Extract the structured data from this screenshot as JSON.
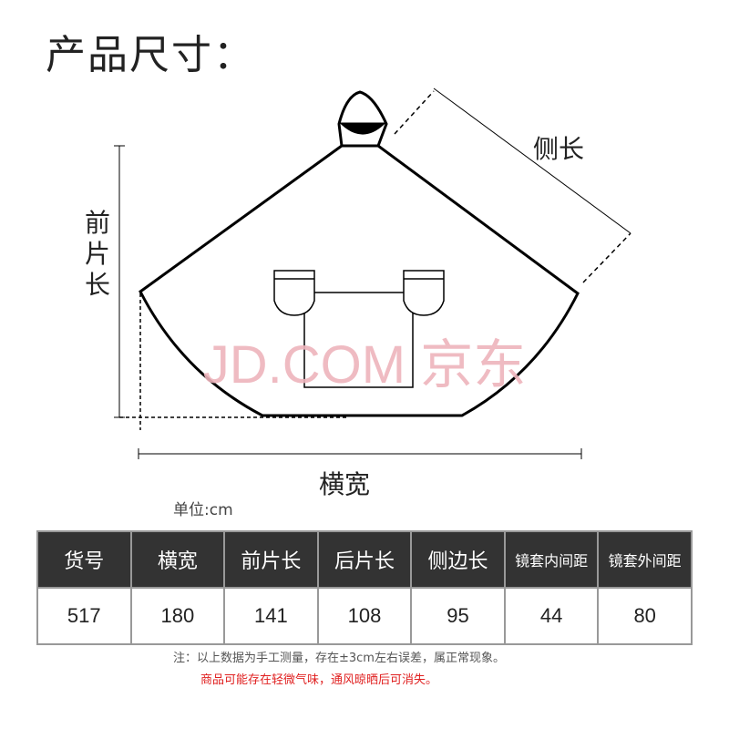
{
  "title": "产品尺寸：",
  "labels": {
    "front_length": "前片长",
    "side_length": "侧长",
    "width": "横宽"
  },
  "watermark": "JD.COM 京东",
  "unit": "单位:cm",
  "table": {
    "headers": [
      "货号",
      "横宽",
      "前片长",
      "后片长",
      "侧边长",
      "镜套内间距",
      "镜套外间距"
    ],
    "rows": [
      [
        "517",
        "180",
        "141",
        "108",
        "95",
        "44",
        "80"
      ]
    ]
  },
  "notes": [
    "注：以上数据为手工测量，存在±3cm左右误差，属正常现象。",
    "商品可能存在轻微气味，通风晾晒后可消失。"
  ],
  "colors": {
    "header_bg": "#333333",
    "note_red": "#e02020",
    "watermark": "#eeb4bc"
  }
}
